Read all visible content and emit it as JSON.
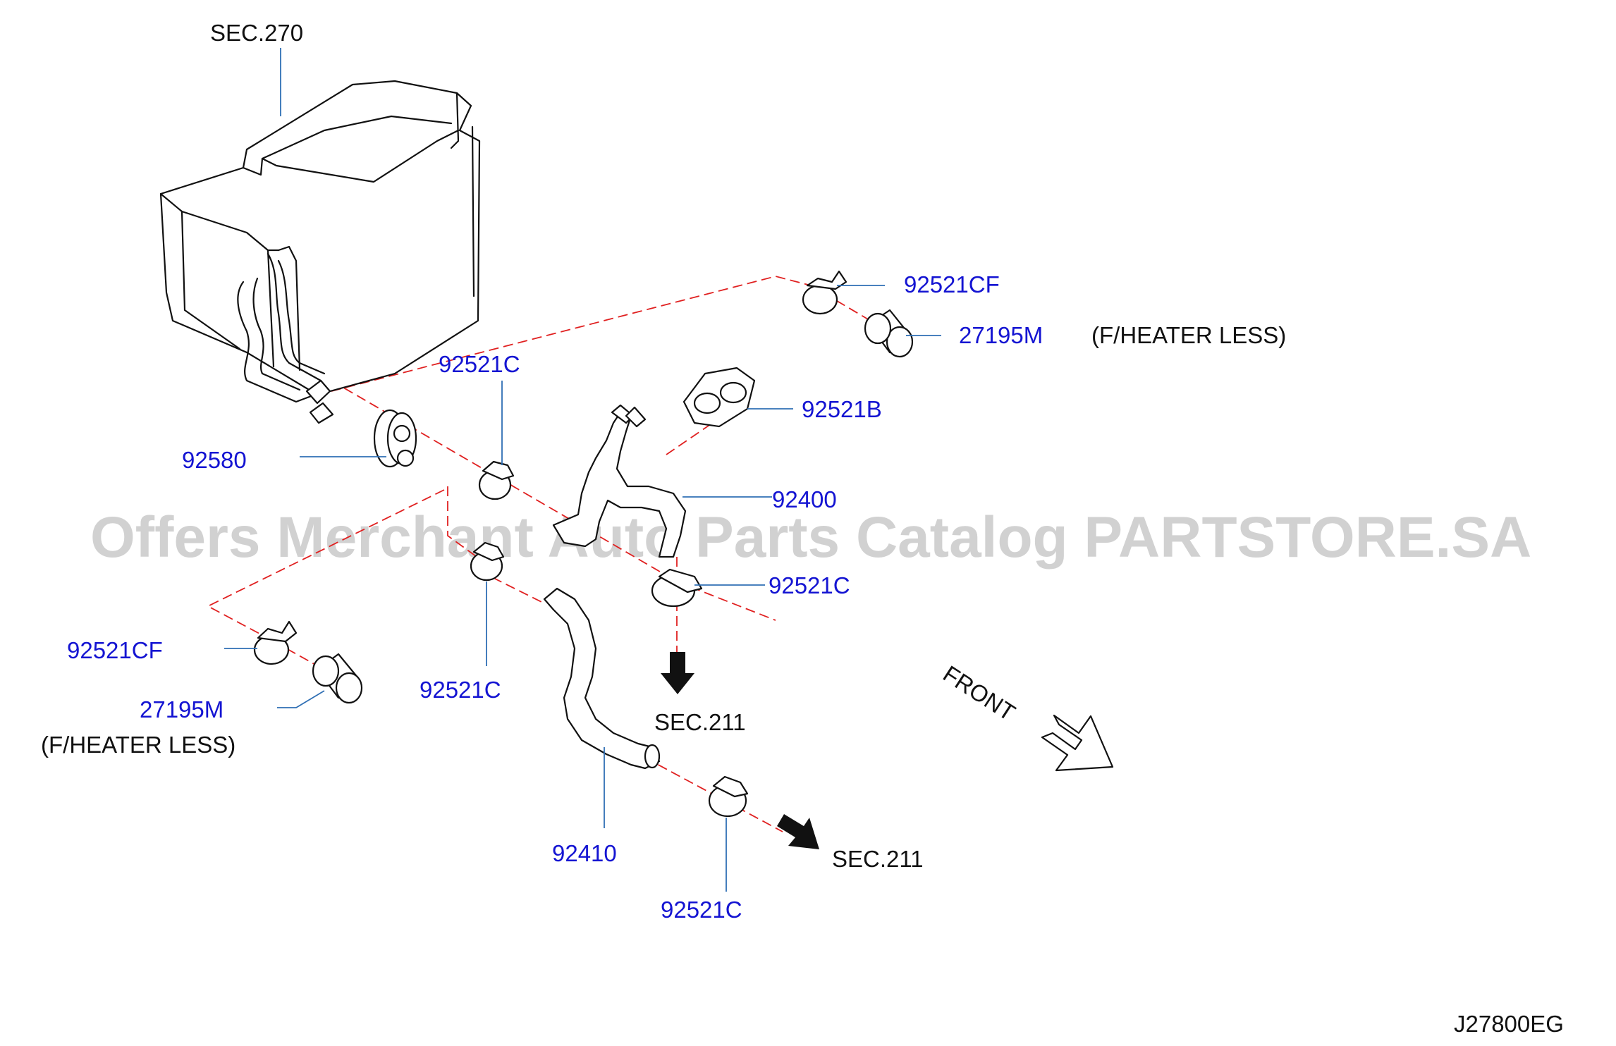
{
  "diagram_code": "J27800EG",
  "watermark": "Offers Merchant Auto Parts Catalog PARTSTORE.SA",
  "direction_label": "FRONT",
  "colors": {
    "part_number": "#1414d2",
    "leader": "#2f6fb4",
    "dashed_route": "#e02020",
    "outline": "#111111"
  },
  "sections": {
    "heater_unit": "SEC.270",
    "engine_down": "SEC.211",
    "engine_right": "SEC.211"
  },
  "parts": {
    "clamp_cf_top": "92521CF",
    "cap_top": "27195M",
    "cap_top_note": "(F/HEATER  LESS)",
    "clamp_c_upper": "92521C",
    "clamp_b": "92521B",
    "grommet": "92580",
    "hose_inlet": "92400",
    "clamp_c_mid_right": "92521C",
    "clamp_cf_left": "92521CF",
    "cap_left": "27195M",
    "cap_left_note": "(F/HEATER  LESS)",
    "clamp_c_mid_left": "92521C",
    "hose_outlet": "92410",
    "clamp_c_bottom": "92521C"
  }
}
